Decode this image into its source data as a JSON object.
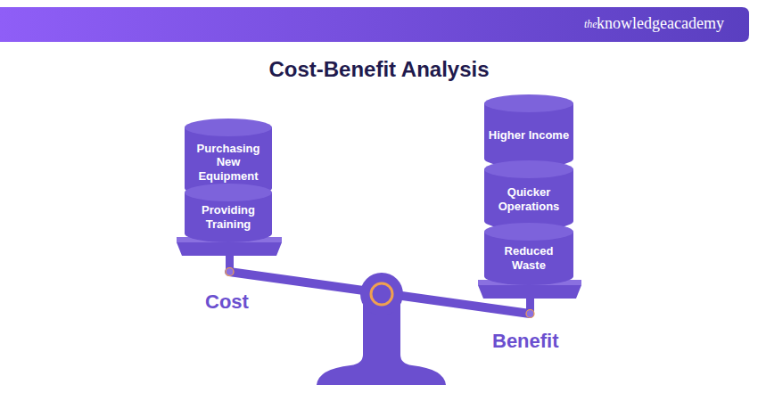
{
  "diagram": {
    "title": "Cost-Benefit Analysis",
    "nodes": [
      {
        "text": [
          "Purchasing New Equipment"
        ]
      },
      {
        "text": [
          "Providing Training"
        ]
      },
      {
        "text": [
          "Higher Income"
        ]
      },
      {
        "text": [
          "Quicker Operations"
        ]
      },
      {
        "text": [
          "Reduced Waste"
        ]
      }
    ],
    "labels": [
      "the",
      "knowledgeacademy",
      "Cost",
      "Benefit"
    ]
  }
}
